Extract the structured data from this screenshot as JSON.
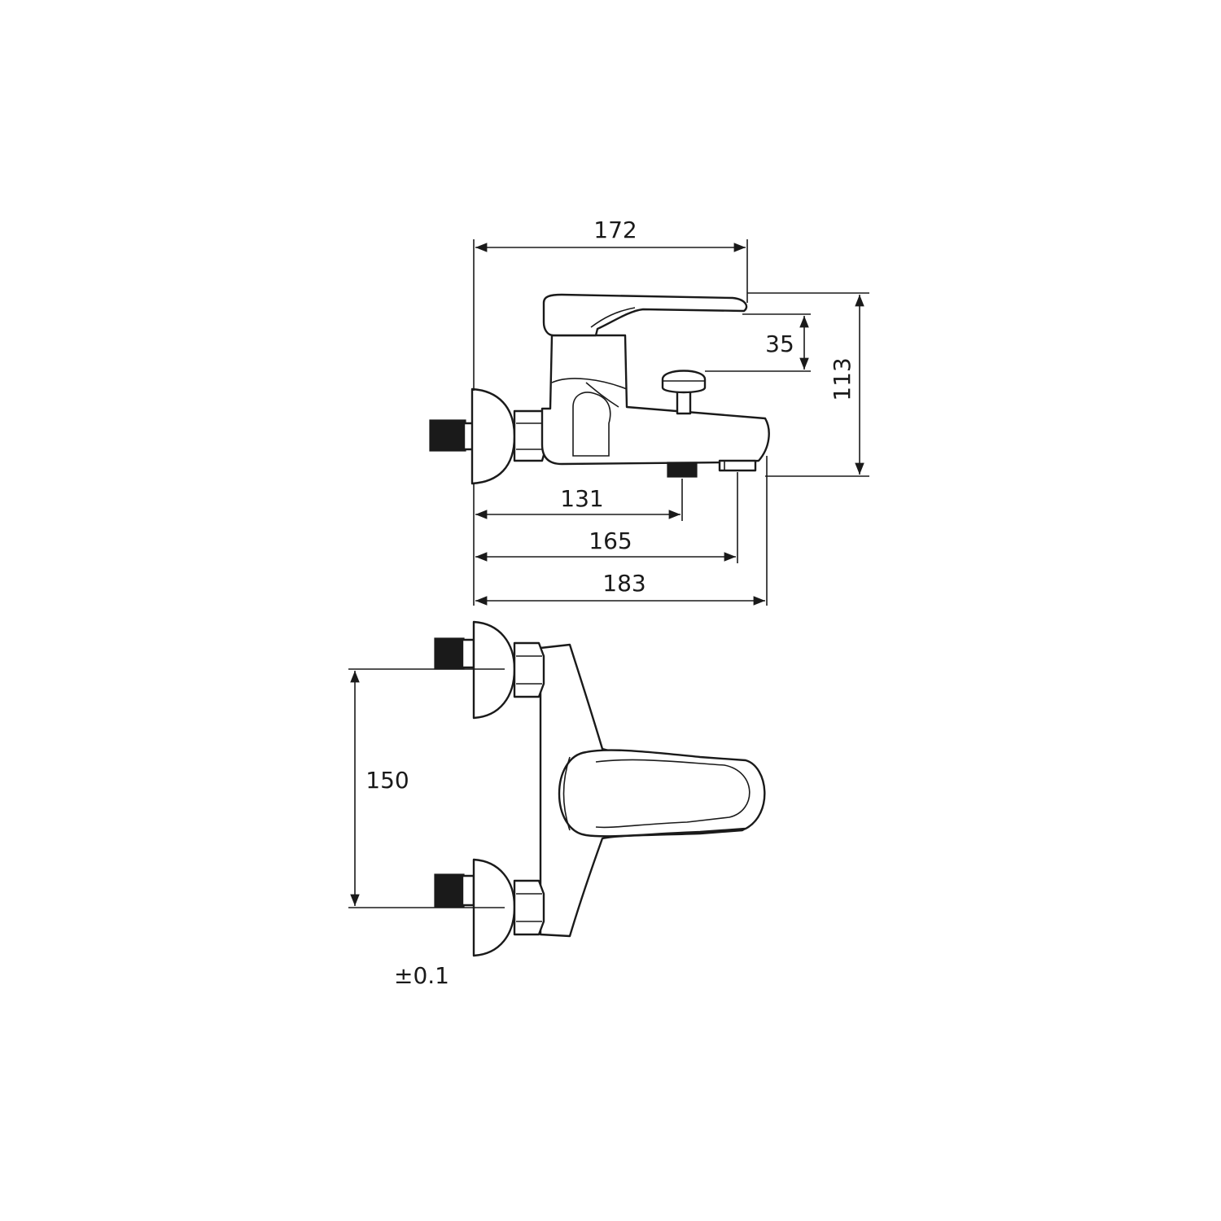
{
  "dimensions": {
    "overall_width_top": "172",
    "handle_height": "35",
    "overall_height": "113",
    "inlet_to_outlet": "131",
    "inlet_to_spout": "165",
    "overall_length": "183",
    "inlet_spacing": "150",
    "tolerance": "±0.1"
  },
  "colors": {
    "line": "#1a1a1a",
    "background": "#ffffff"
  }
}
